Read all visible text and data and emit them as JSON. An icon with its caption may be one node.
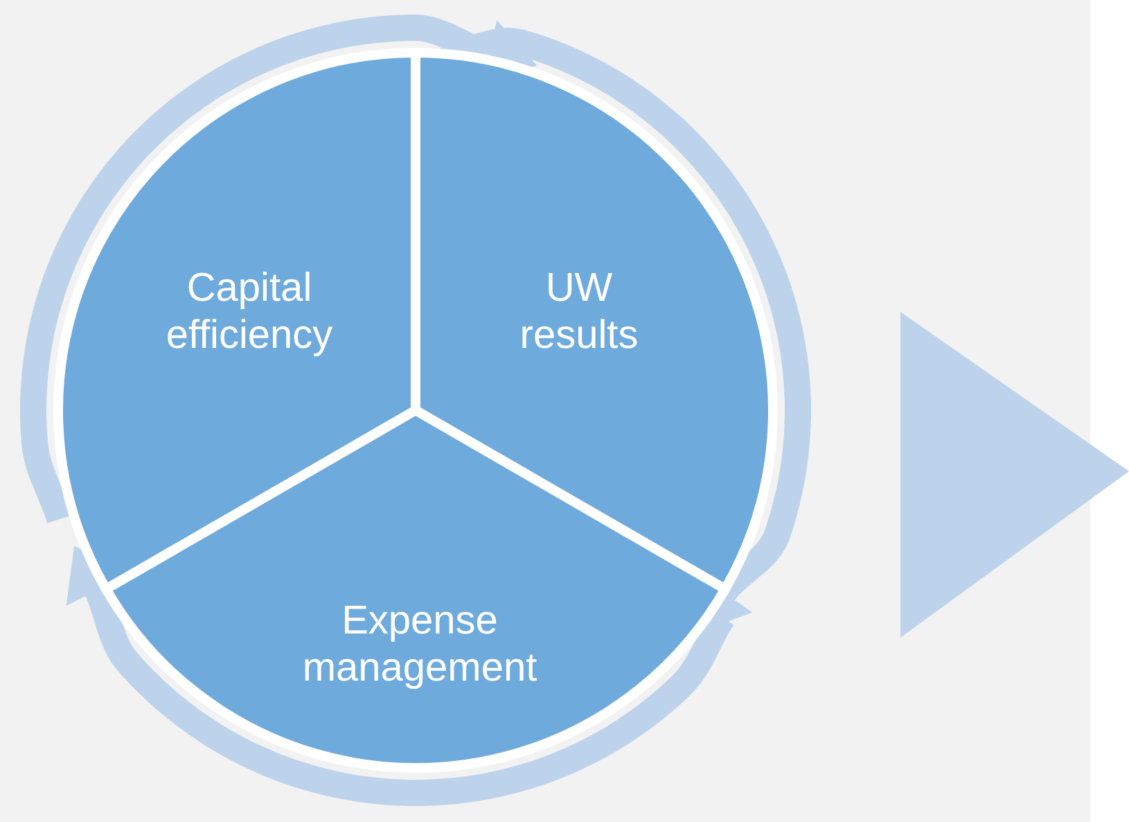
{
  "diagram": {
    "nodes": [
      {
        "text": [
          "Capital efficiency"
        ]
      },
      {
        "text": [
          "UW results"
        ]
      },
      {
        "text": [
          "Expense management"
        ]
      }
    ],
    "edges": [
      {
        "from": 0,
        "to": 1,
        "arrow": "to"
      },
      {
        "from": 1,
        "to": 2,
        "arrow": "to"
      },
      {
        "from": 2,
        "to": 0,
        "arrow": "to"
      }
    ]
  }
}
